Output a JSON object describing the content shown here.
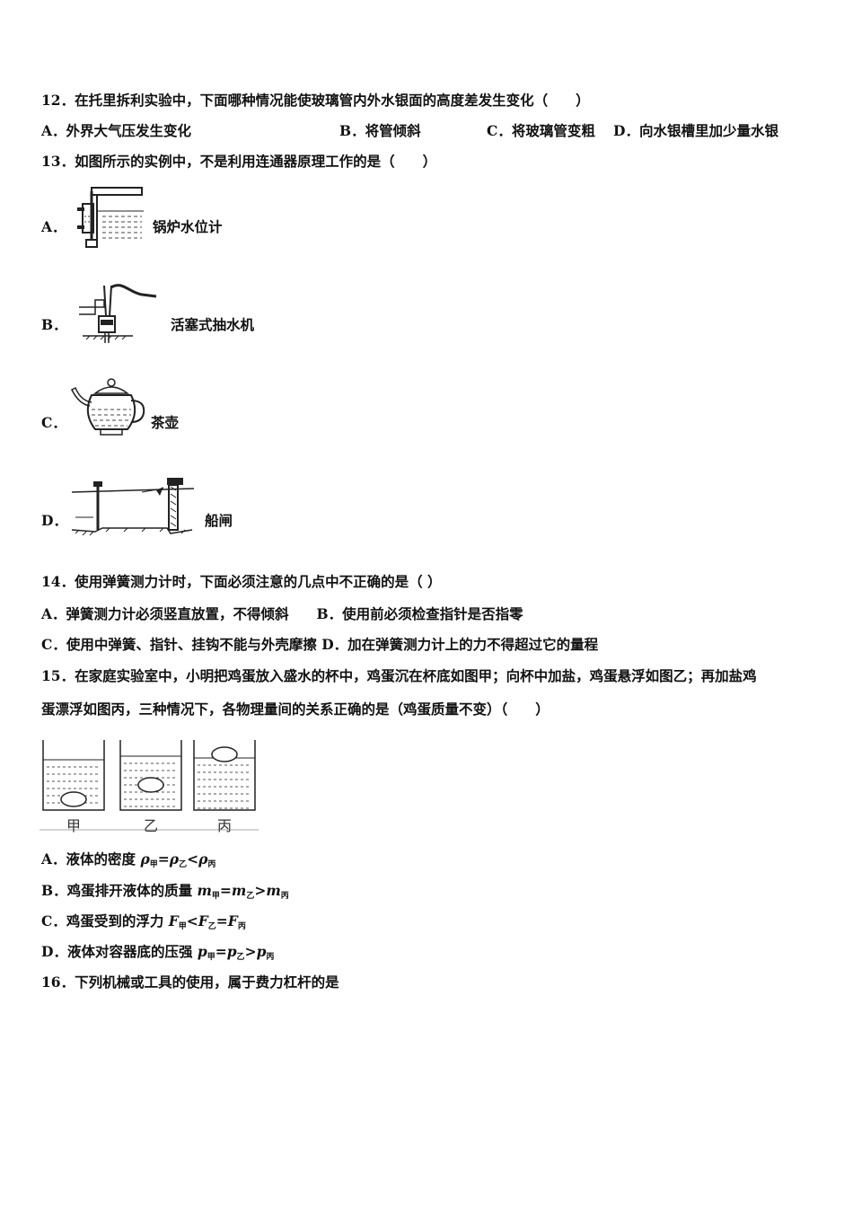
{
  "q12": {
    "stem": "12．在托里拆利实验中，下面哪种情况能使玻璃管内外水银面的高度差发生变化（　　）",
    "options": [
      "A．外界大气压发生变化",
      "B．将管倾斜",
      "C．将玻璃管变粗",
      "D．向水银槽里加少量水银"
    ]
  },
  "q13": {
    "stem": "13．如图所示的实例中，不是利用连通器原理工作的是（　　）",
    "options": [
      {
        "label": "A．",
        "caption": "锅炉水位计",
        "icon": "boiler-gauge-figure"
      },
      {
        "label": "B．",
        "caption": "活塞式抽水机",
        "icon": "piston-pump-figure"
      },
      {
        "label": "C．",
        "caption": "茶壶",
        "icon": "teapot-figure"
      },
      {
        "label": "D．",
        "caption": "船闸",
        "icon": "ship-lock-figure"
      }
    ]
  },
  "q14": {
    "stem": "14．使用弹簧测力计时，下面必须注意的几点中不正确的是（ ）",
    "lines": [
      "A．弹簧测力计必须竖直放置，不得倾斜　　B．使用前必须检查指针是否指零",
      "C．使用中弹簧、指针、挂钩不能与外壳摩擦 D．加在弹簧测力计上的力不得超过它的量程"
    ]
  },
  "q15": {
    "stem_line1": "15．在家庭实验室中，小明把鸡蛋放入盛水的杯中，鸡蛋沉在杯底如图甲；向杯中加盐，鸡蛋悬浮如图乙；再加盐鸡",
    "stem_line2": "蛋漂浮如图丙，三种情况下，各物理量间的关系正确的是（鸡蛋质量不变）（　　）",
    "beakers": [
      "甲",
      "乙",
      "丙"
    ],
    "optA": {
      "label": "A．液体的密度 ",
      "v": "ρ",
      "s1": "甲",
      "op1": "=",
      "s2": "乙",
      "op2": "<",
      "s3": "丙"
    },
    "optB": {
      "label": "B．鸡蛋排开液体的质量 ",
      "v": "m",
      "s1": "甲",
      "op1": "=",
      "s2": "乙",
      "op2": ">",
      "s3": "丙"
    },
    "optC": {
      "label": "C．鸡蛋受到的浮力 ",
      "v": "F",
      "s1": "甲",
      "op1": "<",
      "s2": "乙",
      "op2": "=",
      "s3": "丙"
    },
    "optD": {
      "label": "D．液体对容器底的压强 ",
      "v": "p",
      "s1": "甲",
      "op1": "=",
      "s2": "乙",
      "op2": ">",
      "s3": "丙"
    }
  },
  "q16": {
    "stem": "16．下列机械或工具的使用，属于费力杠杆的是"
  }
}
